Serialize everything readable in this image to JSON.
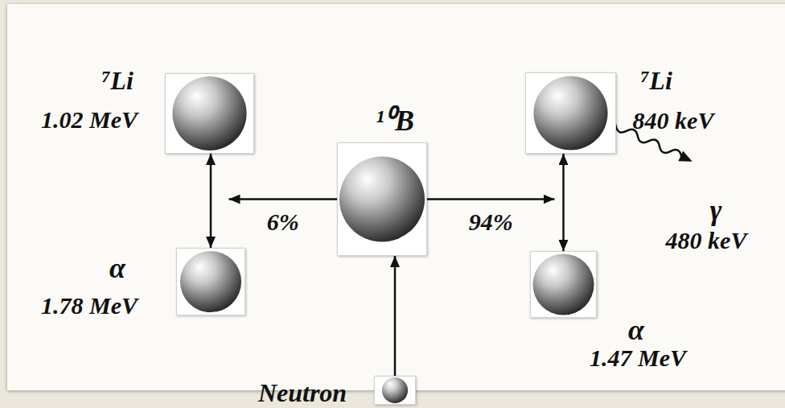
{
  "diagram": {
    "nodes": [
      {
        "text": [
          "⁷Li",
          "1.02 MeV"
        ]
      },
      {
        "text": [
          "¹⁰B"
        ]
      },
      {
        "text": [
          "⁷Li",
          "840 keV"
        ]
      },
      {
        "text": [
          "α",
          "1.78 MeV"
        ]
      },
      {
        "text": [
          "α",
          "1.47 MeV"
        ]
      },
      {
        "text": [
          "Neutron"
        ]
      }
    ],
    "edges": [
      {
        "from": 0,
        "to": 3,
        "arrow": "both"
      },
      {
        "from": 1,
        "to": 0,
        "label": "6%",
        "arrow": "to"
      },
      {
        "from": 1,
        "to": 2,
        "label": "94%",
        "arrow": "to"
      },
      {
        "from": 2,
        "to": 4,
        "arrow": "both"
      },
      {
        "from": 5,
        "to": 1,
        "arrow": "to"
      }
    ],
    "labels": [
      "γ",
      "480 keV"
    ]
  }
}
